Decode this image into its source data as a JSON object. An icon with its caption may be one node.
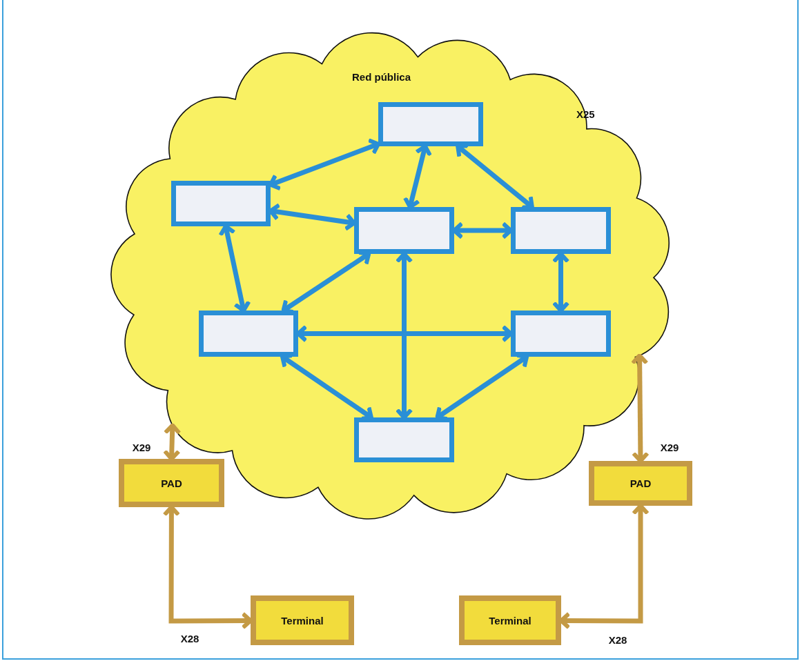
{
  "diagram": {
    "nodes": [
      {
        "text": [
          "Red pública",
          "X25"
        ]
      },
      {
        "text": [],
        "shape": "box",
        "in": 0
      },
      {
        "text": [],
        "shape": "box",
        "in": 0
      },
      {
        "text": [],
        "shape": "box",
        "in": 0
      },
      {
        "text": [],
        "shape": "box",
        "in": 0
      },
      {
        "text": [],
        "shape": "box",
        "in": 0
      },
      {
        "text": [],
        "shape": "box",
        "in": 0
      },
      {
        "text": [],
        "shape": "box",
        "in": 0
      },
      {
        "text": [
          "PAD"
        ]
      },
      {
        "text": [
          "Terminal"
        ]
      },
      {
        "text": [
          "PAD"
        ]
      },
      {
        "text": [
          "Terminal"
        ]
      }
    ],
    "edges": [
      {
        "from": 1,
        "to": 2,
        "arrow": "both"
      },
      {
        "from": 1,
        "to": 3,
        "arrow": "both"
      },
      {
        "from": 1,
        "to": 4,
        "arrow": "both"
      },
      {
        "from": 2,
        "to": 3,
        "arrow": "both"
      },
      {
        "from": 2,
        "to": 5,
        "arrow": "both"
      },
      {
        "from": 3,
        "to": 4,
        "arrow": "both"
      },
      {
        "from": 3,
        "to": 5,
        "arrow": "both"
      },
      {
        "from": 3,
        "to": 7,
        "arrow": "both"
      },
      {
        "from": 4,
        "to": 6,
        "arrow": "both"
      },
      {
        "from": 5,
        "to": 6,
        "arrow": "both"
      },
      {
        "from": 5,
        "to": 7,
        "arrow": "both"
      },
      {
        "from": 6,
        "to": 7,
        "arrow": "both"
      },
      {
        "from": 0,
        "to": 8,
        "arrow": "both",
        "label": "X29",
        "color": "#c49a45"
      },
      {
        "from": 8,
        "to": 9,
        "arrow": "both",
        "label": "X28",
        "color": "#c49a45"
      },
      {
        "from": 0,
        "to": 10,
        "arrow": "both",
        "label": "X29",
        "color": "#c49a45"
      },
      {
        "from": 11,
        "to": 10,
        "arrow": "both",
        "label": "X28",
        "color": "#c49a45"
      }
    ]
  }
}
